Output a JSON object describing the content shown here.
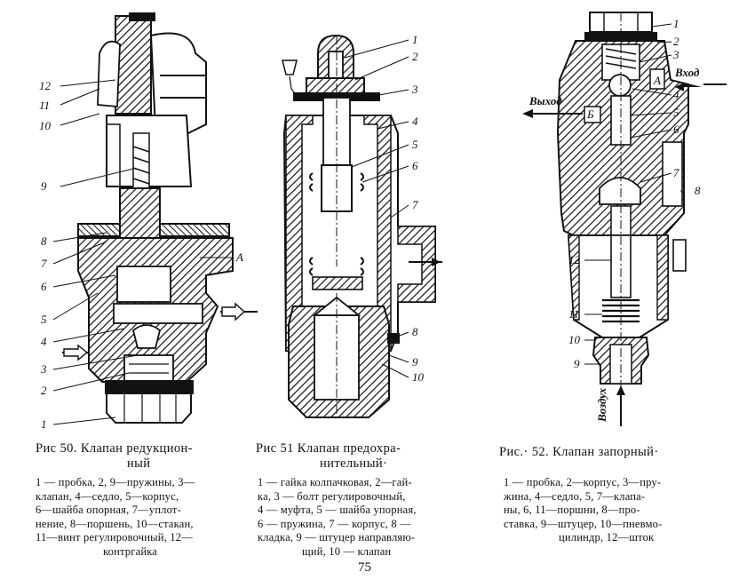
{
  "figures": [
    {
      "id": "fig50",
      "caption": "Рис 50. Клапан редукцион-ный",
      "caption_lines": [
        "Рис 50. Клапан редукцион-",
        "ный"
      ],
      "legend_lines": [
        "1 — пробка, 2, 9—пружины, 3—",
        "клапан, 4—седло, 5—корпус,",
        "6—шайба опорная, 7—уплот-",
        "нение, 8—поршень, 10—стакан,",
        "11—винт регулировочный, 12—",
        "контргайка"
      ],
      "callouts": [
        "12",
        "11",
        "10",
        "9",
        "8",
        "7",
        "6",
        "5",
        "4",
        "3",
        "2",
        "1",
        "A"
      ]
    },
    {
      "id": "fig51",
      "caption": "Рис 51 Клапан предохранительный·",
      "caption_lines": [
        "Рис 51 Клапан предохра-",
        "нительный·"
      ],
      "legend_lines": [
        "1 — гайка колпачковая, 2—гай-",
        "ка, 3 — болт регулировочный,",
        "4 — муфта, 5 — шайба упорная,",
        "6 — пружина, 7 — корпус, 8 —",
        "кладка, 9 — штуцер направляю-",
        "щий, 10 — клапан"
      ],
      "callouts": [
        "1",
        "2",
        "3",
        "4",
        "5",
        "6",
        "7",
        "8",
        "9",
        "10"
      ]
    },
    {
      "id": "fig52",
      "caption": "Рис.· 52. Клапан запорный·",
      "caption_lines": [
        "Рис.· 52. Клапан запорный·"
      ],
      "legend_lines": [
        "1 — пробка, 2—корпус, 3—пру-",
        "жина, 4—седло, 5, 7—клапа-",
        "ны, 6, 11—поршни, 8—про-",
        "ставка, 9—штуцер, 10—пневмо-",
        "цилиндр, 12—шток"
      ],
      "callouts": [
        "1",
        "2",
        "3",
        "4",
        "5",
        "6",
        "7",
        "8",
        "9",
        "10",
        "11",
        "12",
        "A",
        "Б"
      ],
      "labels": {
        "inlet": "Вход",
        "outlet": "Выход",
        "air": "Воздух"
      }
    }
  ],
  "page_number": "75"
}
